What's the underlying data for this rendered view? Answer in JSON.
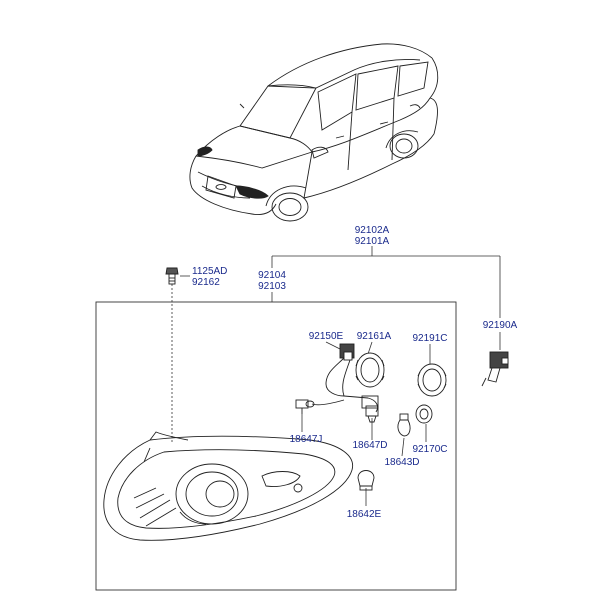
{
  "labels": {
    "assembly_top_1": "92102A",
    "assembly_top_2": "92101A",
    "bolt_1": "1125AD",
    "bolt_2": "92162",
    "lamp_1": "92104",
    "lamp_2": "92103",
    "motor": "92190A",
    "socket": "92150E",
    "cap": "92161A",
    "cover": "92191C",
    "bulb_j": "18647J",
    "bulb_d": "18647D",
    "bulb_3d": "18643D",
    "holder": "92170C",
    "bulb_e": "18642E"
  }
}
